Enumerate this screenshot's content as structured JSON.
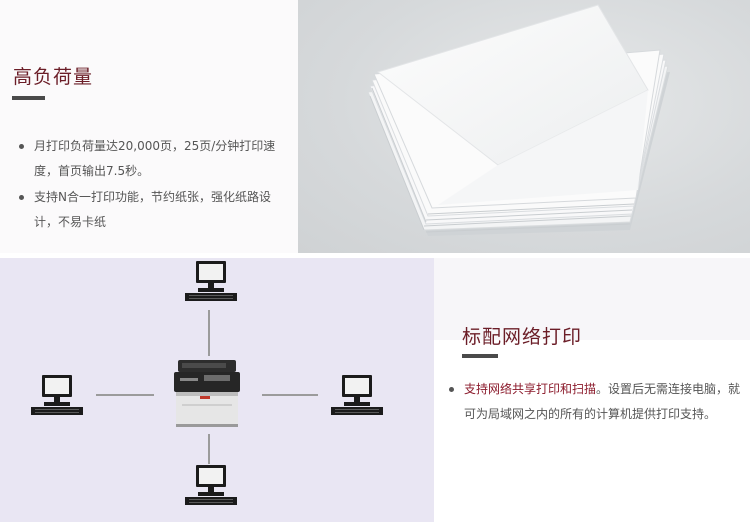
{
  "section1": {
    "title": "高负荷量",
    "bullets": [
      "月打印负荷量达20,000页，25页/分钟打印速度，首页输出7.5秒。",
      "支持N合一打印功能，节约纸张，强化纸路设计，不易卡纸"
    ]
  },
  "section2": {
    "title": "标配网络打印",
    "bullet_highlight": "支持网络共享打印和扫描",
    "bullet_rest": "。设置后无需连接电脑，就可为局域网之内的所有的计算机提供打印支持。"
  },
  "colors": {
    "title": "#6b1d27",
    "highlight": "#8b1a2b",
    "network_bg": "#e9e6f3"
  },
  "icons": [
    "paper-stack-image",
    "computer-icon",
    "printer-icon"
  ]
}
